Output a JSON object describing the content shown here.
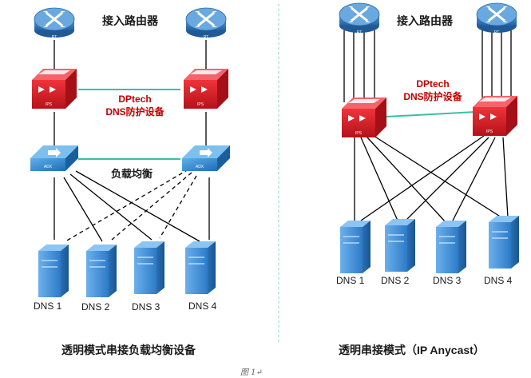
{
  "left": {
    "router_label": "接入路由器",
    "device_label_line1": "DPtech",
    "device_label_line2": "DNS防护设备",
    "lb_label": "负载均衡",
    "caption": "透明模式串接负载均衡设备",
    "dns": [
      "DNS 1",
      "DNS 2",
      "DNS 3",
      "DNS 4"
    ]
  },
  "right": {
    "router_label": "接入路由器",
    "device_label_line1": "DPtech",
    "device_label_line2": "DNS防护设备",
    "caption": "透明串接模式（IP Anycast）",
    "dns": [
      "DNS 1",
      "DNS 2",
      "DNS 3",
      "DNS 4"
    ]
  },
  "figure_label": "图 1↵",
  "icon_text": {
    "router": "RT",
    "ips": "IPS",
    "adx": "ADX"
  },
  "colors": {
    "router_blue": "#3a7fc2",
    "ips_red": "#e01b24",
    "adx_blue": "#2f86cf",
    "server_blue": "#4a90d9",
    "link_teal": "#35c1a8",
    "divider": "#7fd8c8",
    "label_red": "#c00000"
  }
}
